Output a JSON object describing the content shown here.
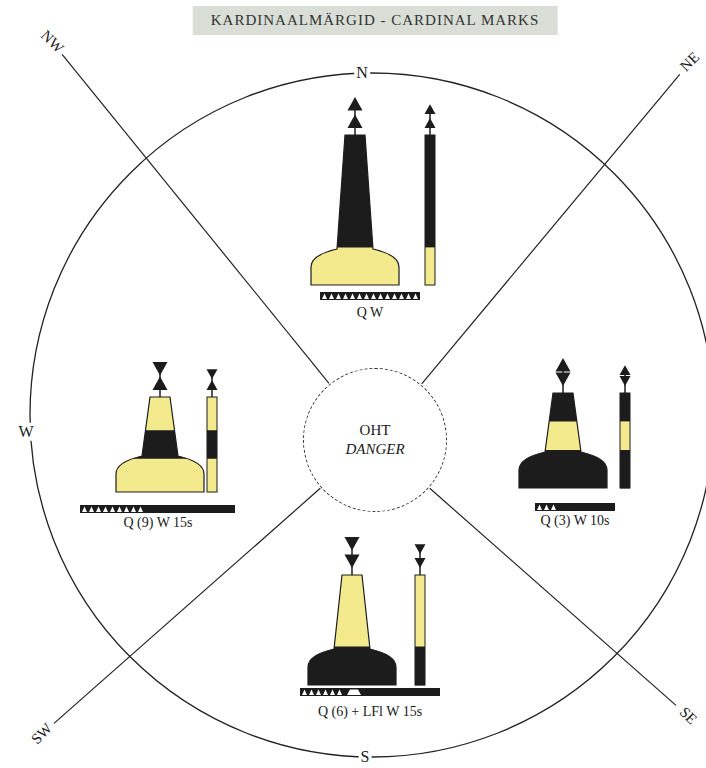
{
  "diagram": {
    "title": "KARDINAALMÄRGID - CARDINAL MARKS",
    "nodes": [
      {
        "text": [
          "OHT",
          "DANGER"
        ]
      }
    ],
    "labels": [
      "N",
      "NW",
      "NE",
      "W",
      "Q W",
      "Q (9) W 15s",
      "Q (3) W 10s",
      "S",
      "SW",
      "SE",
      "Q (6) + LFl W 15s"
    ]
  }
}
